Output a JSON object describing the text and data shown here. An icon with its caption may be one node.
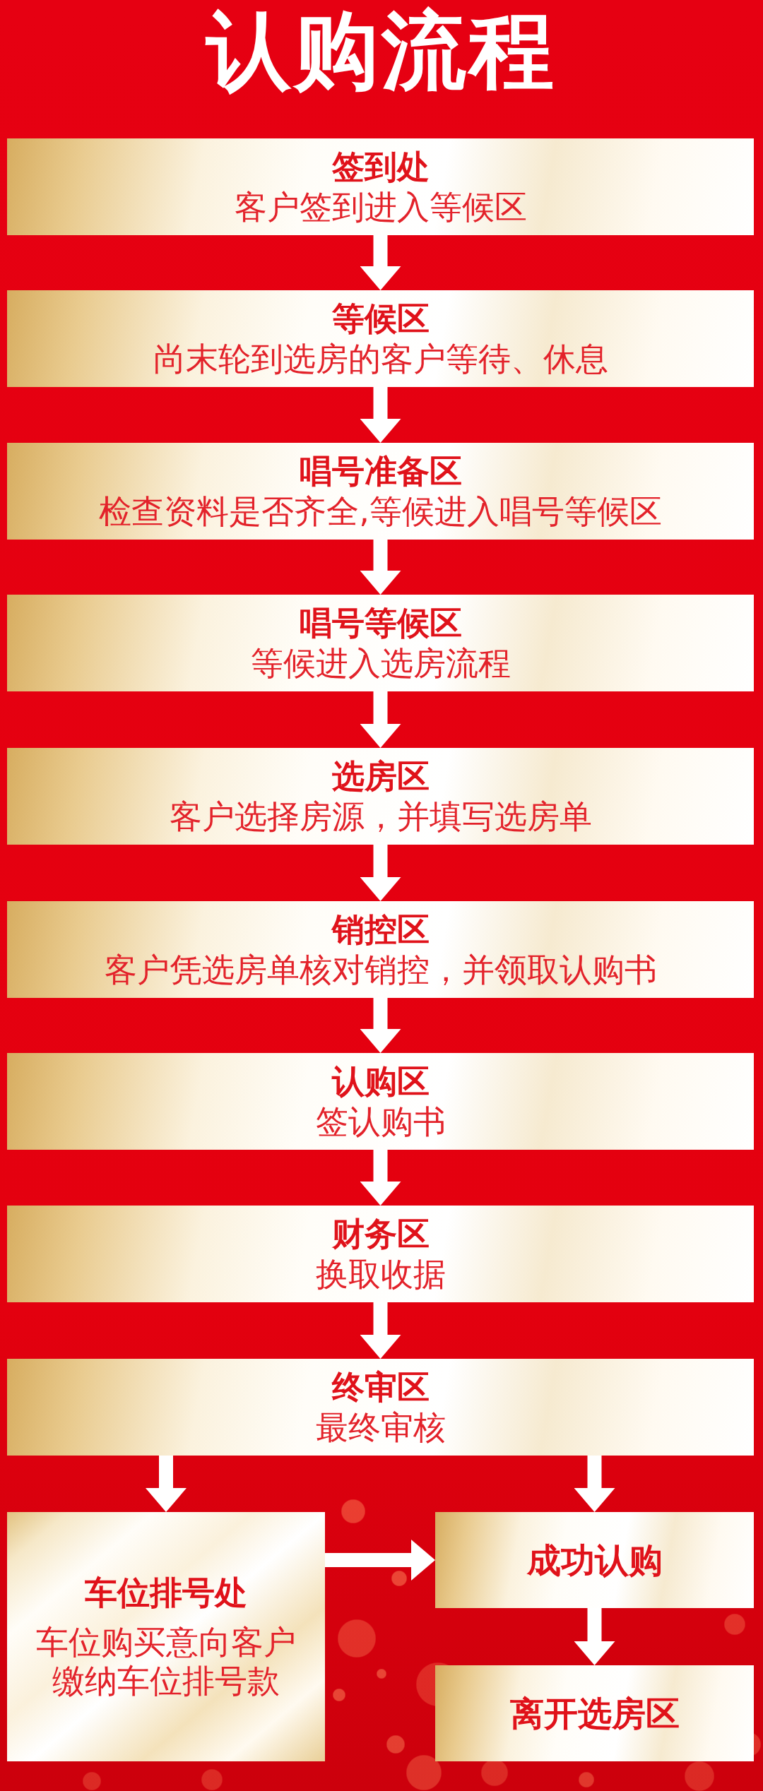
{
  "diagram": {
    "title": "认购流程",
    "nodes": [
      {
        "text": [
          "签到处",
          "客户签到进入等候区"
        ]
      },
      {
        "text": [
          "等候区",
          "尚末轮到选房的客户等待、休息"
        ]
      },
      {
        "text": [
          "唱号准备区",
          "检查资料是否齐全,等候进入唱号等候区"
        ]
      },
      {
        "text": [
          "唱号等候区",
          "等候进入选房流程"
        ]
      },
      {
        "text": [
          "选房区",
          "客户选择房源，并填写选房单"
        ]
      },
      {
        "text": [
          "销控区",
          "客户凭选房单核对销控，并领取认购书"
        ]
      },
      {
        "text": [
          "认购区",
          "签认购书"
        ]
      },
      {
        "text": [
          "财务区",
          "换取收据"
        ]
      },
      {
        "text": [
          "终审区",
          "最终审核"
        ]
      },
      {
        "text": [
          "车位排号处",
          "车位购买意向客户缴纳车位排号款"
        ]
      },
      {
        "text": [
          "成功认购"
        ]
      },
      {
        "text": [
          "离开选房区"
        ]
      }
    ],
    "edges": [
      {
        "from": 0,
        "to": 1,
        "arrow": "to"
      },
      {
        "from": 1,
        "to": 2,
        "arrow": "to"
      },
      {
        "from": 2,
        "to": 3,
        "arrow": "to"
      },
      {
        "from": 3,
        "to": 4,
        "arrow": "to"
      },
      {
        "from": 4,
        "to": 5,
        "arrow": "to"
      },
      {
        "from": 5,
        "to": 6,
        "arrow": "to"
      },
      {
        "from": 6,
        "to": 7,
        "arrow": "to"
      },
      {
        "from": 7,
        "to": 8,
        "arrow": "to"
      },
      {
        "from": 8,
        "to": 9,
        "arrow": "to"
      },
      {
        "from": 8,
        "to": 10,
        "arrow": "to"
      },
      {
        "from": 9,
        "to": 10,
        "arrow": "to"
      },
      {
        "from": 10,
        "to": 11,
        "arrow": "to"
      }
    ]
  }
}
